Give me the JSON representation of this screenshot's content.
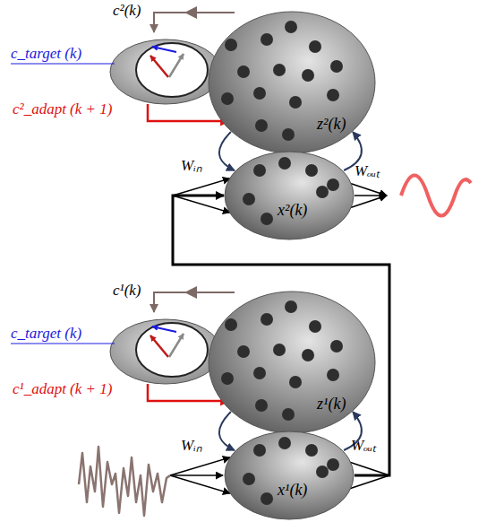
{
  "diagram": {
    "nodes": [
      {
        "text": [
          "z²(k)"
        ]
      },
      {
        "text": [
          "x²(k)"
        ]
      },
      {
        "text": [
          "z¹(k)"
        ]
      },
      {
        "text": [
          "x¹(k)"
        ]
      }
    ],
    "edges": [
      {
        "from": 0,
        "to": 1,
        "arrow": "to"
      },
      {
        "from": 1,
        "to": 0,
        "arrow": "to"
      },
      {
        "from": 2,
        "to": 3,
        "arrow": "to"
      },
      {
        "from": 3,
        "to": 2,
        "arrow": "to"
      },
      {
        "from": 3,
        "to": 1,
        "arrow": "to"
      }
    ],
    "labels": [
      "c²(k)",
      "c_target (k)",
      "c²_adapt (k + 1)",
      "Wᵢₙ",
      "Wₒᵤₜ",
      "c¹(k)",
      "c_target (k)",
      "c¹_adapt (k + 1)",
      "Wᵢₙ",
      "Wₒᵤₜ"
    ]
  }
}
